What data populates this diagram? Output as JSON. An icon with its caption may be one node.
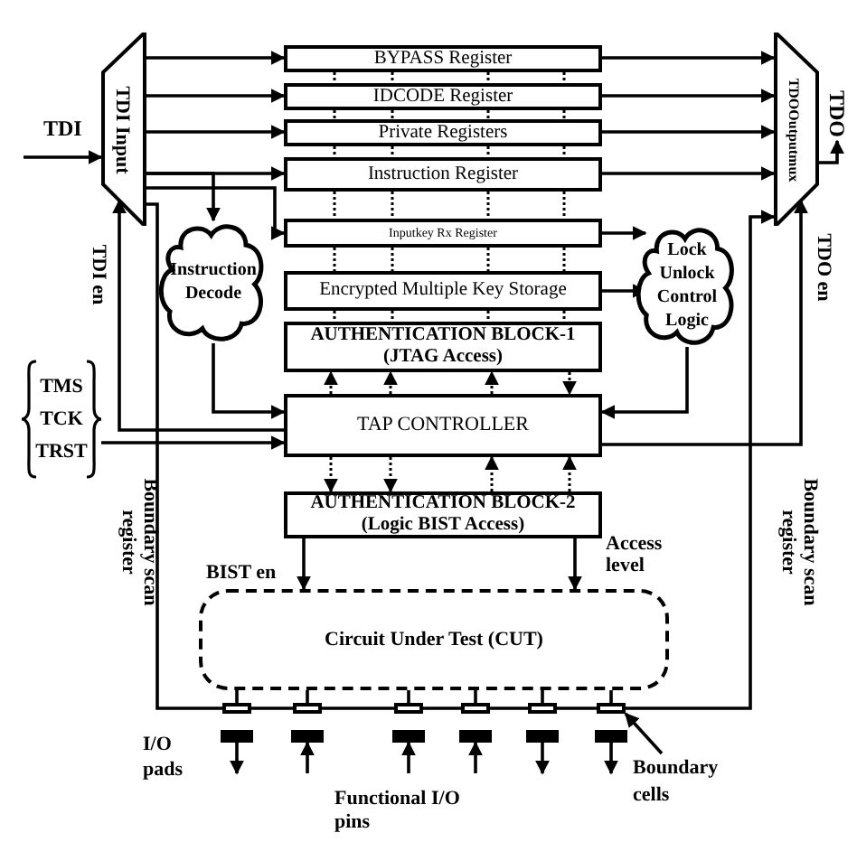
{
  "diagram": {
    "nodes": [
      {
        "text": [
          "TDI Input"
        ]
      },
      {
        "text": [
          "BYPASS Register"
        ]
      },
      {
        "text": [
          "IDCODE Register"
        ]
      },
      {
        "text": [
          "Private Registers"
        ]
      },
      {
        "text": [
          "Instruction Register"
        ]
      },
      {
        "text": [
          "Inputkey Rx Register"
        ]
      },
      {
        "text": [
          "Encrypted Multiple Key Storage"
        ]
      },
      {
        "text": [
          "AUTHENTICATION BLOCK-1",
          "(JTAG Access)"
        ]
      },
      {
        "text": [
          "TAP CONTROLLER"
        ]
      },
      {
        "text": [
          "AUTHENTICATION BLOCK-2",
          "(Logic BIST Access)"
        ]
      },
      {
        "text": [
          "Circuit Under Test (CUT)"
        ]
      },
      {
        "text": [
          "Instruction Decode"
        ]
      },
      {
        "text": [
          "Lock Unlock Control Logic"
        ]
      },
      {
        "text": [
          "TDOOutputmux"
        ]
      },
      {
        "text": [
          "TMS",
          "TCK",
          "TRST"
        ]
      },
      {
        "text": [],
        "shape": "box"
      },
      {
        "text": [],
        "shape": "box"
      },
      {
        "text": [],
        "shape": "box"
      },
      {
        "text": [],
        "shape": "box"
      },
      {
        "text": [],
        "shape": "box"
      },
      {
        "text": [],
        "shape": "box"
      },
      {
        "text": [],
        "shape": "bar"
      },
      {
        "text": [],
        "shape": "bar"
      },
      {
        "text": [],
        "shape": "bar"
      },
      {
        "text": [],
        "shape": "bar"
      },
      {
        "text": [],
        "shape": "bar"
      },
      {
        "text": [],
        "shape": "bar"
      },
      {
        "text": [
          "Boundary cells"
        ]
      },
      {
        "text": [
          "TDO"
        ]
      }
    ],
    "edges": [
      {
        "from": null,
        "to": 0,
        "arrow": "to"
      },
      {
        "from": 0,
        "to": 1,
        "arrow": "to"
      },
      {
        "from": 0,
        "to": 2,
        "arrow": "to"
      },
      {
        "from": 0,
        "to": 3,
        "arrow": "to"
      },
      {
        "from": 0,
        "to": 4,
        "arrow": "to"
      },
      {
        "from": 0,
        "to": 5,
        "arrow": "to"
      },
      {
        "from": 0,
        "to": 11,
        "arrow": "to"
      },
      {
        "from": 1,
        "to": 13,
        "arrow": "to"
      },
      {
        "from": 2,
        "to": 13,
        "arrow": "to"
      },
      {
        "from": 3,
        "to": 13,
        "arrow": "to"
      },
      {
        "from": 4,
        "to": 13,
        "arrow": "to"
      },
      {
        "from": 5,
        "to": 12,
        "arrow": "to"
      },
      {
        "from": 6,
        "to": 12,
        "arrow": "to"
      },
      {
        "from": 11,
        "to": 8,
        "arrow": "to"
      },
      {
        "from": 12,
        "to": 8,
        "arrow": "to"
      },
      {
        "from": 14,
        "to": 8,
        "arrow": "to"
      },
      {
        "from": 8,
        "to": 0,
        "arrow": "to"
      },
      {
        "from": 8,
        "to": 13,
        "arrow": "to"
      },
      {
        "from": 13,
        "to": 28,
        "arrow": "to"
      },
      {
        "from": 8,
        "to": 7,
        "arrow": "to",
        "style": "dashed"
      },
      {
        "from": 8,
        "to": 7,
        "arrow": "to",
        "style": "dashed"
      },
      {
        "from": 8,
        "to": 7,
        "arrow": "to",
        "style": "dashed"
      },
      {
        "from": 7,
        "to": 8,
        "arrow": "to",
        "style": "dashed"
      },
      {
        "from": 8,
        "to": 9,
        "arrow": "to",
        "style": "dashed"
      },
      {
        "from": 8,
        "to": 9,
        "arrow": "to",
        "style": "dashed"
      },
      {
        "from": 9,
        "to": 8,
        "arrow": "to",
        "style": "dashed"
      },
      {
        "from": 9,
        "to": 8,
        "arrow": "to",
        "style": "dashed"
      },
      {
        "from": 9,
        "to": 10,
        "arrow": "to"
      },
      {
        "from": 9,
        "to": 10,
        "arrow": "to"
      },
      {
        "from": 10,
        "to": 15,
        "arrow": "none"
      },
      {
        "from": 10,
        "to": 16,
        "arrow": "none"
      },
      {
        "from": 10,
        "to": 17,
        "arrow": "none"
      },
      {
        "from": 10,
        "to": 18,
        "arrow": "none"
      },
      {
        "from": 10,
        "to": 19,
        "arrow": "none"
      },
      {
        "from": 10,
        "to": 20,
        "arrow": "none"
      },
      {
        "from": 0,
        "to": 15,
        "arrow": "none"
      },
      {
        "from": 15,
        "to": 16,
        "arrow": "none"
      },
      {
        "from": 16,
        "to": 17,
        "arrow": "none"
      },
      {
        "from": 17,
        "to": 18,
        "arrow": "none"
      },
      {
        "from": 18,
        "to": 19,
        "arrow": "none"
      },
      {
        "from": 19,
        "to": 20,
        "arrow": "none"
      },
      {
        "from": 20,
        "to": 13,
        "arrow": "to"
      },
      {
        "from": 21,
        "to": null,
        "arrow": "to"
      },
      {
        "from": null,
        "to": 22,
        "arrow": "to"
      },
      {
        "from": null,
        "to": 23,
        "arrow": "to"
      },
      {
        "from": null,
        "to": 24,
        "arrow": "to"
      },
      {
        "from": 25,
        "to": null,
        "arrow": "to"
      },
      {
        "from": 26,
        "to": null,
        "arrow": "to"
      },
      {
        "from": 27,
        "to": 20,
        "arrow": "to"
      },
      {
        "from": 1,
        "to": 2,
        "arrow": "none",
        "style": "dashed"
      },
      {
        "from": 1,
        "to": 2,
        "arrow": "none",
        "style": "dashed"
      },
      {
        "from": 1,
        "to": 2,
        "arrow": "none",
        "style": "dashed"
      },
      {
        "from": 1,
        "to": 2,
        "arrow": "none",
        "style": "dashed"
      },
      {
        "from": 2,
        "to": 3,
        "arrow": "none",
        "style": "dashed"
      },
      {
        "from": 2,
        "to": 3,
        "arrow": "none",
        "style": "dashed"
      },
      {
        "from": 2,
        "to": 3,
        "arrow": "none",
        "style": "dashed"
      },
      {
        "from": 2,
        "to": 3,
        "arrow": "none",
        "style": "dashed"
      },
      {
        "from": 3,
        "to": 4,
        "arrow": "none",
        "style": "dashed"
      },
      {
        "from": 3,
        "to": 4,
        "arrow": "none",
        "style": "dashed"
      },
      {
        "from": 3,
        "to": 4,
        "arrow": "none",
        "style": "dashed"
      },
      {
        "from": 3,
        "to": 4,
        "arrow": "none",
        "style": "dashed"
      },
      {
        "from": 4,
        "to": 5,
        "arrow": "none",
        "style": "dashed"
      },
      {
        "from": 4,
        "to": 5,
        "arrow": "none",
        "style": "dashed"
      },
      {
        "from": 4,
        "to": 5,
        "arrow": "none",
        "style": "dashed"
      },
      {
        "from": 4,
        "to": 5,
        "arrow": "none",
        "style": "dashed"
      },
      {
        "from": 5,
        "to": 6,
        "arrow": "none",
        "style": "dashed"
      },
      {
        "from": 5,
        "to": 6,
        "arrow": "none",
        "style": "dashed"
      },
      {
        "from": 5,
        "to": 6,
        "arrow": "none",
        "style": "dashed"
      },
      {
        "from": 5,
        "to": 6,
        "arrow": "none",
        "style": "dashed"
      },
      {
        "from": 6,
        "to": 7,
        "arrow": "none",
        "style": "dashed"
      },
      {
        "from": 6,
        "to": 7,
        "arrow": "none",
        "style": "dashed"
      },
      {
        "from": 6,
        "to": 7,
        "arrow": "none",
        "style": "dashed"
      },
      {
        "from": 6,
        "to": 7,
        "arrow": "none",
        "style": "dashed"
      }
    ],
    "labels": [
      "TDI",
      "TDI en",
      "TDO en",
      "Boundary scan register",
      "Boundary scan register",
      "BIST en",
      "Access level",
      "I/O pads",
      "Functional I/O pins"
    ]
  }
}
